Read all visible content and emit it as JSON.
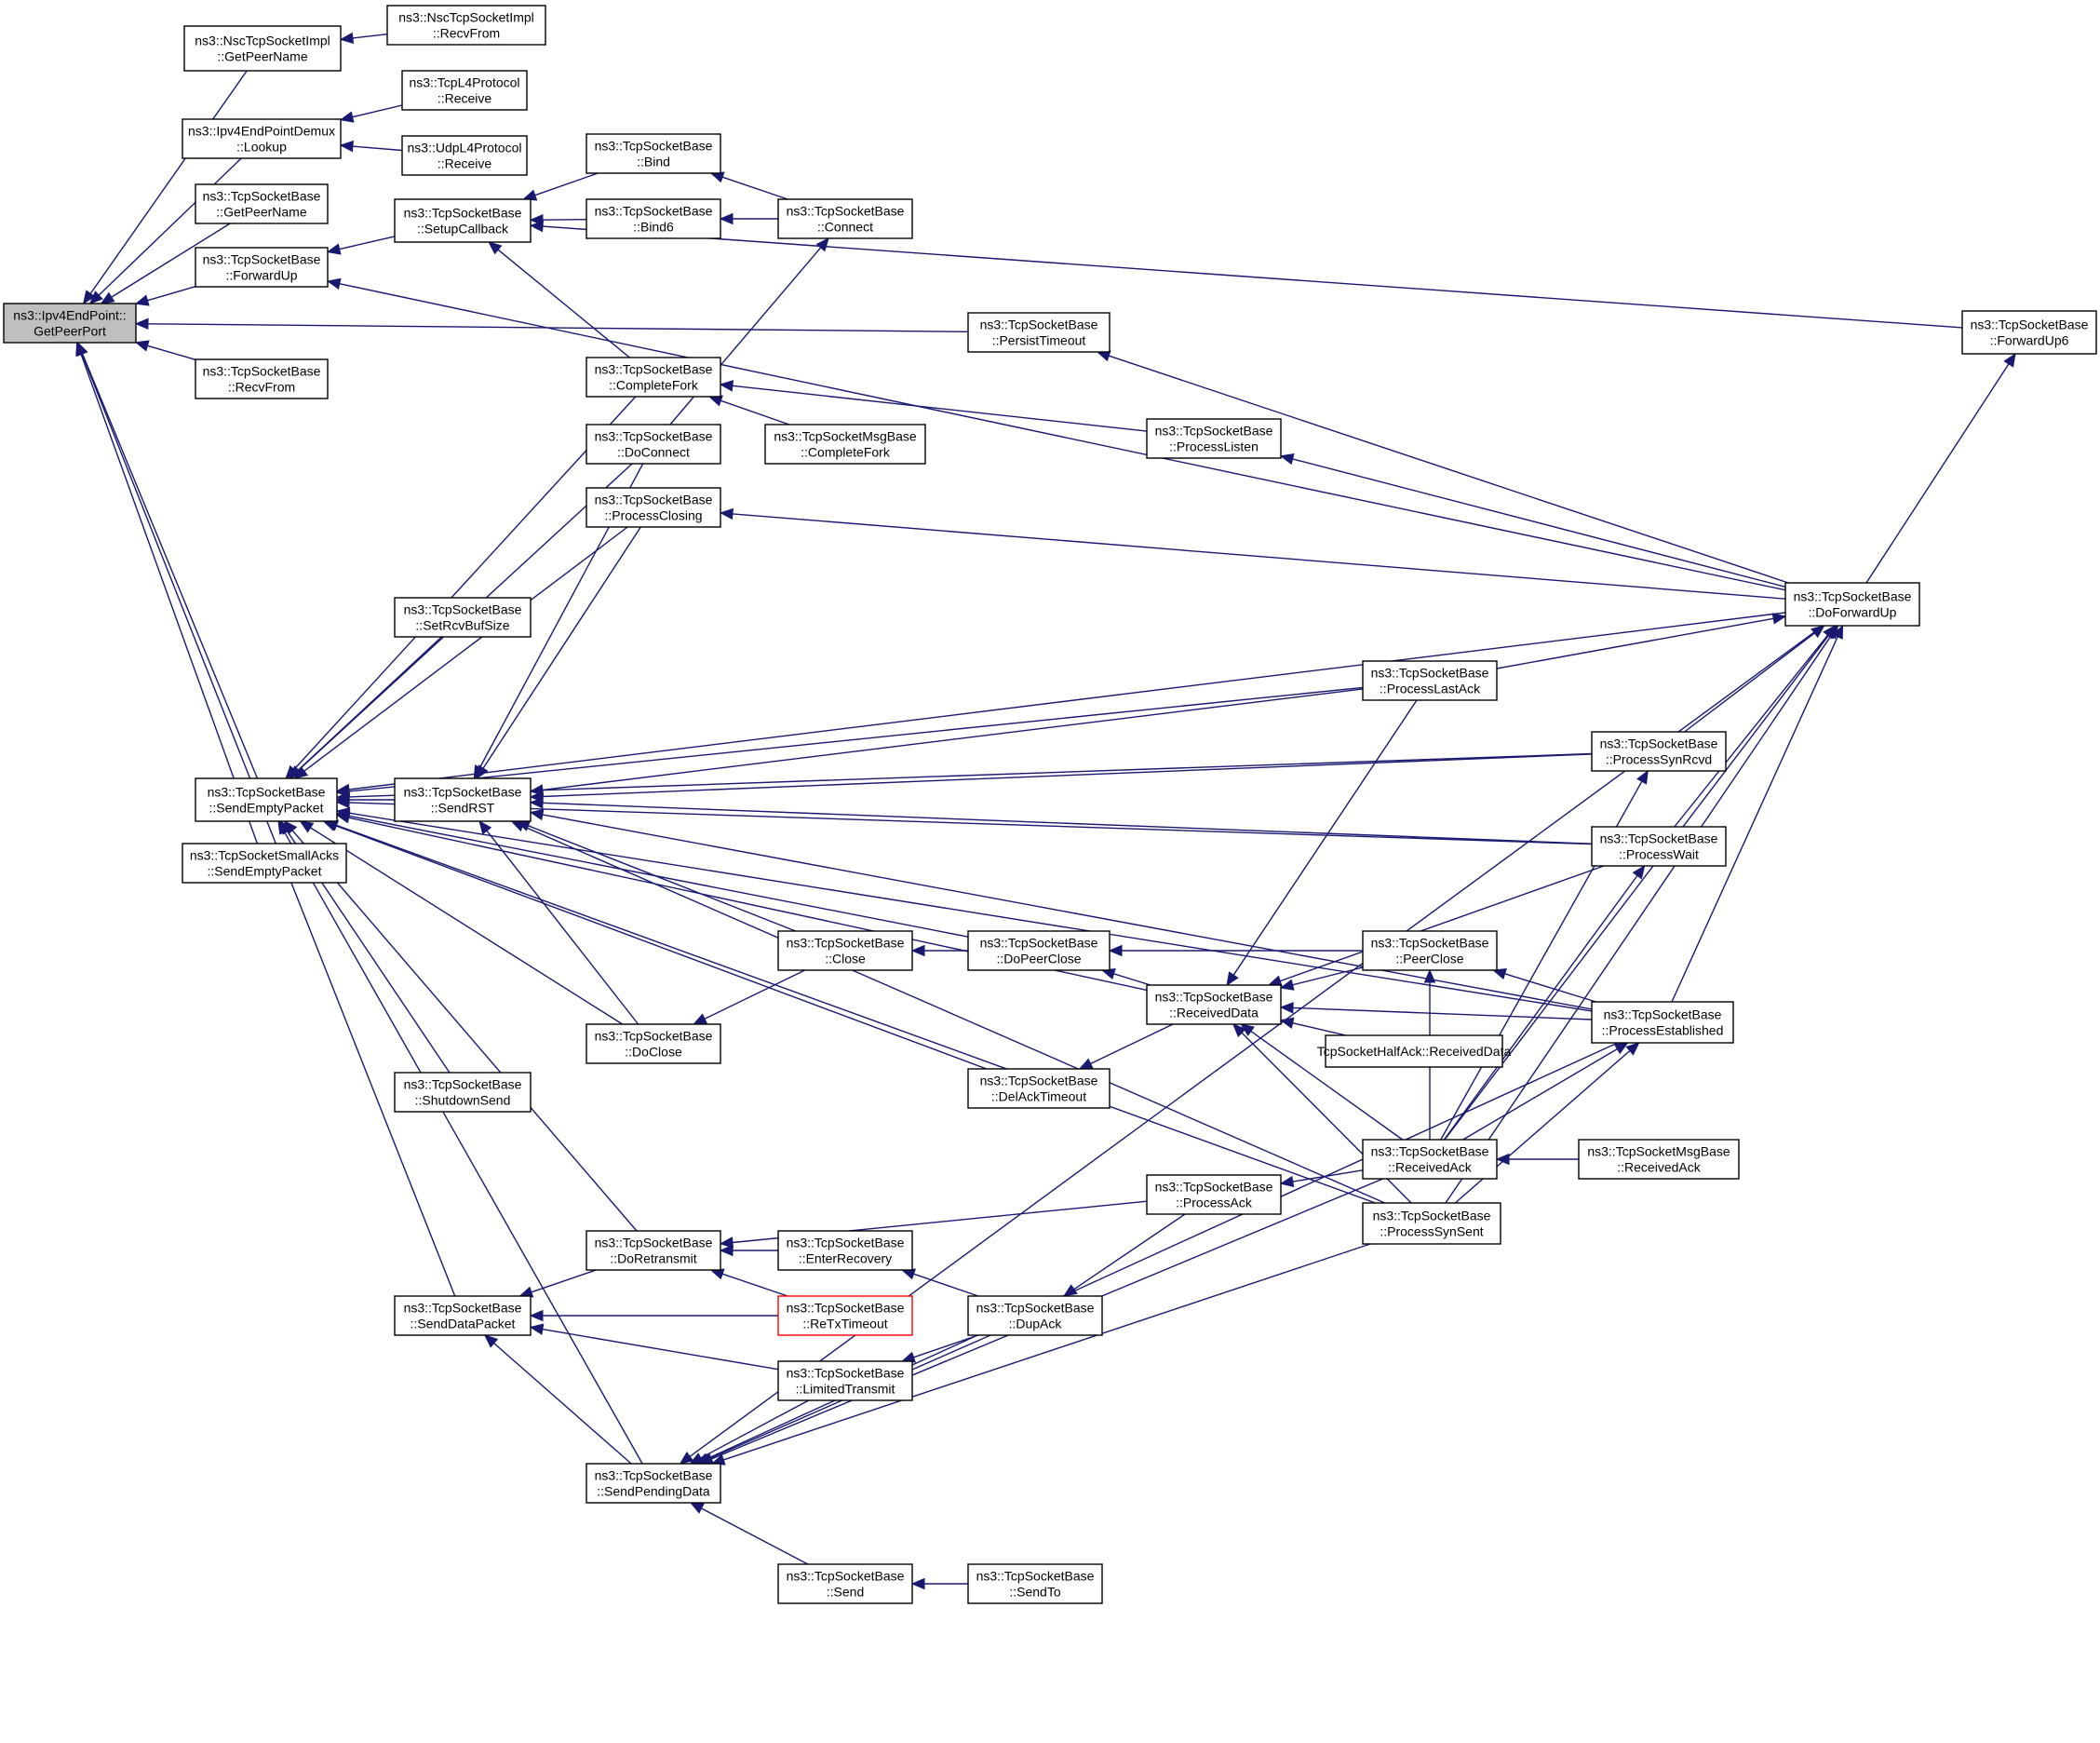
{
  "colors": {
    "edge": "#191970",
    "root_fill": "#bfbfbf",
    "highlight_border": "#ff0000"
  },
  "nodes": {
    "root": [
      "ns3::Ipv4EndPoint::",
      "GetPeerPort"
    ],
    "nsc_getpeername": [
      "ns3::NscTcpSocketImpl",
      "::GetPeerName"
    ],
    "nsc_recvfrom": [
      "ns3::NscTcpSocketImpl",
      "::RecvFrom"
    ],
    "demux_lookup": [
      "ns3::Ipv4EndPointDemux",
      "::Lookup"
    ],
    "tcpl4_receive": [
      "ns3::TcpL4Protocol",
      "::Receive"
    ],
    "udpl4_receive": [
      "ns3::UdpL4Protocol",
      "::Receive"
    ],
    "getpeername": [
      "ns3::TcpSocketBase",
      "::GetPeerName"
    ],
    "forwardup": [
      "ns3::TcpSocketBase",
      "::ForwardUp"
    ],
    "recvfrom": [
      "ns3::TcpSocketBase",
      "::RecvFrom"
    ],
    "setupcallback": [
      "ns3::TcpSocketBase",
      "::SetupCallback"
    ],
    "bind": [
      "ns3::TcpSocketBase",
      "::Bind"
    ],
    "bind6": [
      "ns3::TcpSocketBase",
      "::Bind6"
    ],
    "connect": [
      "ns3::TcpSocketBase",
      "::Connect"
    ],
    "forwardup6": [
      "ns3::TcpSocketBase",
      "::ForwardUp6"
    ],
    "persisttimeout": [
      "ns3::TcpSocketBase",
      "::PersistTimeout"
    ],
    "completefork": [
      "ns3::TcpSocketBase",
      "::CompleteFork"
    ],
    "msg_completefork": [
      "ns3::TcpSocketMsgBase",
      "::CompleteFork"
    ],
    "processlisten": [
      "ns3::TcpSocketBase",
      "::ProcessListen"
    ],
    "doconnect": [
      "ns3::TcpSocketBase",
      "::DoConnect"
    ],
    "processclosing": [
      "ns3::TcpSocketBase",
      "::ProcessClosing"
    ],
    "doforwardup": [
      "ns3::TcpSocketBase",
      "::DoForwardUp"
    ],
    "setrcvbufsize": [
      "ns3::TcpSocketBase",
      "::SetRcvBufSize"
    ],
    "processlastack": [
      "ns3::TcpSocketBase",
      "::ProcessLastAck"
    ],
    "sendemptypacket": [
      "ns3::TcpSocketBase",
      "::SendEmptyPacket"
    ],
    "sendrst": [
      "ns3::TcpSocketBase",
      "::SendRST"
    ],
    "processsynrcvd": [
      "ns3::TcpSocketBase",
      "::ProcessSynRcvd"
    ],
    "smallacks": [
      "ns3::TcpSocketSmallAcks",
      "::SendEmptyPacket"
    ],
    "processwait": [
      "ns3::TcpSocketBase",
      "::ProcessWait"
    ],
    "close": [
      "ns3::TcpSocketBase",
      "::Close"
    ],
    "dopeerclose": [
      "ns3::TcpSocketBase",
      "::DoPeerClose"
    ],
    "peerclose": [
      "ns3::TcpSocketBase",
      "::PeerClose"
    ],
    "receiveddata": [
      "ns3::TcpSocketBase",
      "::ReceivedData"
    ],
    "processestablished": [
      "ns3::TcpSocketBase",
      "::ProcessEstablished"
    ],
    "halfack": [
      "TcpSocketHalfAck::ReceivedData"
    ],
    "doclose": [
      "ns3::TcpSocketBase",
      "::DoClose"
    ],
    "shutdownsend": [
      "ns3::TcpSocketBase",
      "::ShutdownSend"
    ],
    "delacktimeout": [
      "ns3::TcpSocketBase",
      "::DelAckTimeout"
    ],
    "receivedack": [
      "ns3::TcpSocketBase",
      "::ReceivedAck"
    ],
    "msg_receivedack": [
      "ns3::TcpSocketMsgBase",
      "::ReceivedAck"
    ],
    "processack": [
      "ns3::TcpSocketBase",
      "::ProcessAck"
    ],
    "processsynsent": [
      "ns3::TcpSocketBase",
      "::ProcessSynSent"
    ],
    "doretransmit": [
      "ns3::TcpSocketBase",
      "::DoRetransmit"
    ],
    "enterrecovery": [
      "ns3::TcpSocketBase",
      "::EnterRecovery"
    ],
    "senddatapacket": [
      "ns3::TcpSocketBase",
      "::SendDataPacket"
    ],
    "retxtimeout": [
      "ns3::TcpSocketBase",
      "::ReTxTimeout"
    ],
    "dupack": [
      "ns3::TcpSocketBase",
      "::DupAck"
    ],
    "limitedtransmit": [
      "ns3::TcpSocketBase",
      "::LimitedTransmit"
    ],
    "sendpendingdata": [
      "ns3::TcpSocketBase",
      "::SendPendingData"
    ],
    "send": [
      "ns3::TcpSocketBase",
      "::Send"
    ],
    "sendto": [
      "ns3::TcpSocketBase",
      "::SendTo"
    ]
  },
  "edges": [
    [
      "nsc_recvfrom",
      "nsc_getpeername"
    ],
    [
      "tcpl4_receive",
      "demux_lookup"
    ],
    [
      "udpl4_receive",
      "demux_lookup"
    ],
    [
      "nsc_getpeername",
      "root"
    ],
    [
      "demux_lookup",
      "root"
    ],
    [
      "getpeername",
      "root"
    ],
    [
      "forwardup",
      "root"
    ],
    [
      "recvfrom",
      "root"
    ],
    [
      "persisttimeout",
      "root"
    ],
    [
      "sendemptypacket",
      "root"
    ],
    [
      "smallacks",
      "root"
    ],
    [
      "senddatapacket",
      "root"
    ],
    [
      "setupcallback",
      "forwardup"
    ],
    [
      "doforwardup",
      "forwardup"
    ],
    [
      "bind",
      "setupcallback"
    ],
    [
      "bind6",
      "setupcallback"
    ],
    [
      "completefork",
      "setupcallback"
    ],
    [
      "forwardup6",
      "setupcallback"
    ],
    [
      "connect",
      "bind"
    ],
    [
      "connect",
      "bind6"
    ],
    [
      "doforwardup",
      "forwardup6"
    ],
    [
      "doforwardup",
      "persisttimeout"
    ],
    [
      "msg_completefork",
      "completefork"
    ],
    [
      "processlisten",
      "completefork"
    ],
    [
      "doforwardup",
      "processlisten"
    ],
    [
      "doconnect",
      "connect"
    ],
    [
      "doforwardup",
      "processclosing"
    ],
    [
      "processlastack",
      "doforwardup"
    ],
    [
      "processsynrcvd",
      "doforwardup"
    ],
    [
      "processwait",
      "doforwardup"
    ],
    [
      "processestablished",
      "doforwardup"
    ],
    [
      "processsynsent",
      "doforwardup"
    ],
    [
      "receivedack",
      "doforwardup"
    ],
    [
      "completefork",
      "sendemptypacket"
    ],
    [
      "doconnect",
      "sendemptypacket"
    ],
    [
      "processclosing",
      "sendemptypacket"
    ],
    [
      "doforwardup",
      "sendemptypacket"
    ],
    [
      "setrcvbufsize",
      "sendemptypacket"
    ],
    [
      "processsynrcvd",
      "sendemptypacket"
    ],
    [
      "processlastack",
      "sendemptypacket"
    ],
    [
      "sendrst",
      "sendemptypacket"
    ],
    [
      "processwait",
      "sendemptypacket"
    ],
    [
      "doclose",
      "sendemptypacket"
    ],
    [
      "shutdownsend",
      "sendemptypacket"
    ],
    [
      "delacktimeout",
      "sendemptypacket"
    ],
    [
      "receiveddata",
      "sendemptypacket"
    ],
    [
      "dopeerclose",
      "sendemptypacket"
    ],
    [
      "doretransmit",
      "sendemptypacket"
    ],
    [
      "sendpendingdata",
      "sendemptypacket"
    ],
    [
      "processsynsent",
      "sendemptypacket"
    ],
    [
      "processestablished",
      "sendemptypacket"
    ],
    [
      "doconnect",
      "sendrst"
    ],
    [
      "processclosing",
      "sendrst"
    ],
    [
      "processlastack",
      "sendrst"
    ],
    [
      "processsynrcvd",
      "sendrst"
    ],
    [
      "processwait",
      "sendrst"
    ],
    [
      "processestablished",
      "sendrst"
    ],
    [
      "close",
      "sendrst"
    ],
    [
      "doclose",
      "sendrst"
    ],
    [
      "processsynsent",
      "sendrst"
    ],
    [
      "dopeerclose",
      "close"
    ],
    [
      "close",
      "doclose"
    ],
    [
      "receiveddata",
      "dopeerclose"
    ],
    [
      "peerclose",
      "dopeerclose"
    ],
    [
      "peerclose",
      "receiveddata"
    ],
    [
      "processwait",
      "receiveddata"
    ],
    [
      "processlastack",
      "receiveddata"
    ],
    [
      "halfack",
      "receiveddata"
    ],
    [
      "receivedack",
      "receiveddata"
    ],
    [
      "processestablished",
      "receiveddata"
    ],
    [
      "processsynsent",
      "receiveddata"
    ],
    [
      "processestablished",
      "peerclose"
    ],
    [
      "receivedack",
      "peerclose"
    ],
    [
      "receivedack",
      "processsynrcvd"
    ],
    [
      "receivedack",
      "processwait"
    ],
    [
      "receivedack",
      "processestablished"
    ],
    [
      "msg_receivedack",
      "receivedack"
    ],
    [
      "receiveddata",
      "delacktimeout"
    ],
    [
      "receivedack",
      "processack"
    ],
    [
      "processsynsent",
      "processestablished"
    ],
    [
      "processack",
      "doretransmit"
    ],
    [
      "enterrecovery",
      "doretransmit"
    ],
    [
      "retxtimeout",
      "doretransmit"
    ],
    [
      "doretransmit",
      "senddatapacket"
    ],
    [
      "retxtimeout",
      "senddatapacket"
    ],
    [
      "limitedtransmit",
      "senddatapacket"
    ],
    [
      "sendpendingdata",
      "senddatapacket"
    ],
    [
      "dupack",
      "enterrecovery"
    ],
    [
      "dupack",
      "limitedtransmit"
    ],
    [
      "processack",
      "dupack"
    ],
    [
      "limitedtransmit",
      "sendpendingdata"
    ],
    [
      "dupack",
      "sendpendingdata"
    ],
    [
      "receivedack",
      "sendpendingdata"
    ],
    [
      "processsynsent",
      "sendpendingdata"
    ],
    [
      "send",
      "sendpendingdata"
    ],
    [
      "doforwardup",
      "sendpendingdata"
    ],
    [
      "sendto",
      "send"
    ],
    [
      "processestablished",
      "sendpendingdata"
    ]
  ]
}
